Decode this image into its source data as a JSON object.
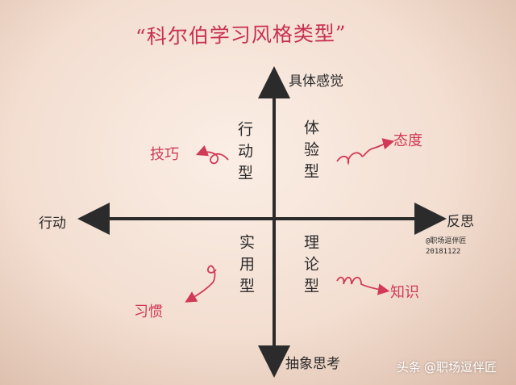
{
  "title": "“科尔伯学习风格类型”",
  "axes": {
    "top": "具体感觉",
    "bottom": "抽象思考",
    "left": "行动",
    "right": "反思"
  },
  "quadrants": {
    "top_left": "行动型",
    "top_right": "体验型",
    "bottom_left": "实用型",
    "bottom_right": "理论型"
  },
  "annotations": {
    "skill": "技巧",
    "attitude": "态度",
    "habit": "习惯",
    "knowledge": "知识"
  },
  "author_note": {
    "handle": "@职场逗伴匠",
    "date": "20181122"
  },
  "watermark": {
    "platform": "头条",
    "account": "@职场逗伴匠"
  },
  "colors": {
    "ink": "#2b2b2b",
    "accent_red": "#d13a56",
    "paper": "#f3ded1"
  }
}
